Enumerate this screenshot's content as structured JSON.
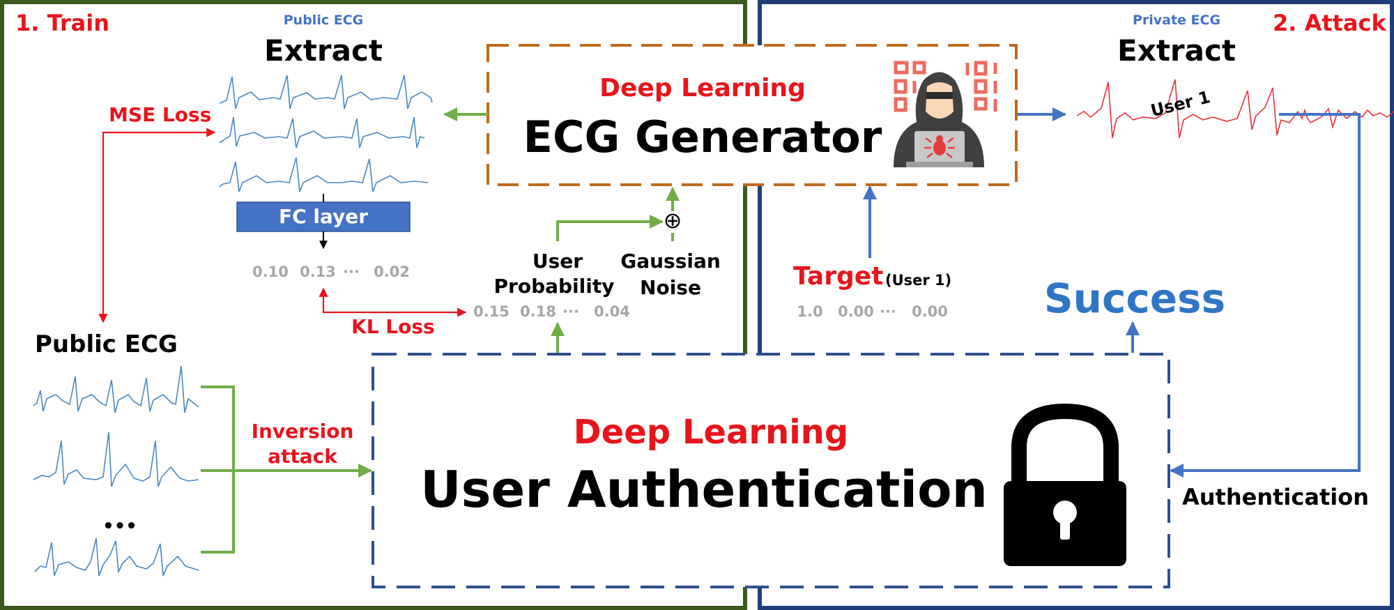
{
  "train_panel": {
    "title": "1. Train",
    "public_ecg_small": "Public ECG",
    "extract": "Extract",
    "mse_loss": "MSE Loss",
    "fc_layer": "FC layer",
    "fc_outputs": [
      "0.10",
      "0.13",
      "···",
      "0.02"
    ],
    "kl_loss": "KL Loss",
    "public_ecg_title": "Public ECG",
    "ellipsis": "•••",
    "inversion_attack": [
      "Inversion",
      "attack"
    ],
    "user_probability": [
      "User",
      "Probability"
    ],
    "gaussian_noise": [
      "Gaussian",
      "Noise"
    ],
    "user_prob_values": [
      "0.15",
      "0.18",
      "···",
      "0.04"
    ],
    "plus_symbol": "⊕"
  },
  "generator": {
    "subtitle": "Deep Learning",
    "title": "ECG Generator",
    "icon": "hacker-icon"
  },
  "authenticator": {
    "subtitle": "Deep Learning",
    "title": "User Authentication",
    "icon": "padlock-icon"
  },
  "attack_panel": {
    "title": "2. Attack",
    "private_ecg_small": "Private ECG",
    "extract": "Extract",
    "user_label": "User 1",
    "target": "Target",
    "target_user": "(User 1)",
    "target_values": [
      "1.0",
      "0.00",
      "···",
      "0.00"
    ],
    "success": "Success",
    "authentication": "Authentication"
  },
  "colors": {
    "train_border": "#3d5a1e",
    "attack_border": "#203f7a",
    "generator_border": "#c06a1c",
    "auth_border": "#2e4f8f",
    "green_arrow": "#70ad47",
    "blue_arrow": "#4472c4",
    "red": "#e8141c",
    "ecg_blue": "#4a87c0",
    "ecg_red": "#e8303a",
    "success_blue": "#2e75c6"
  }
}
